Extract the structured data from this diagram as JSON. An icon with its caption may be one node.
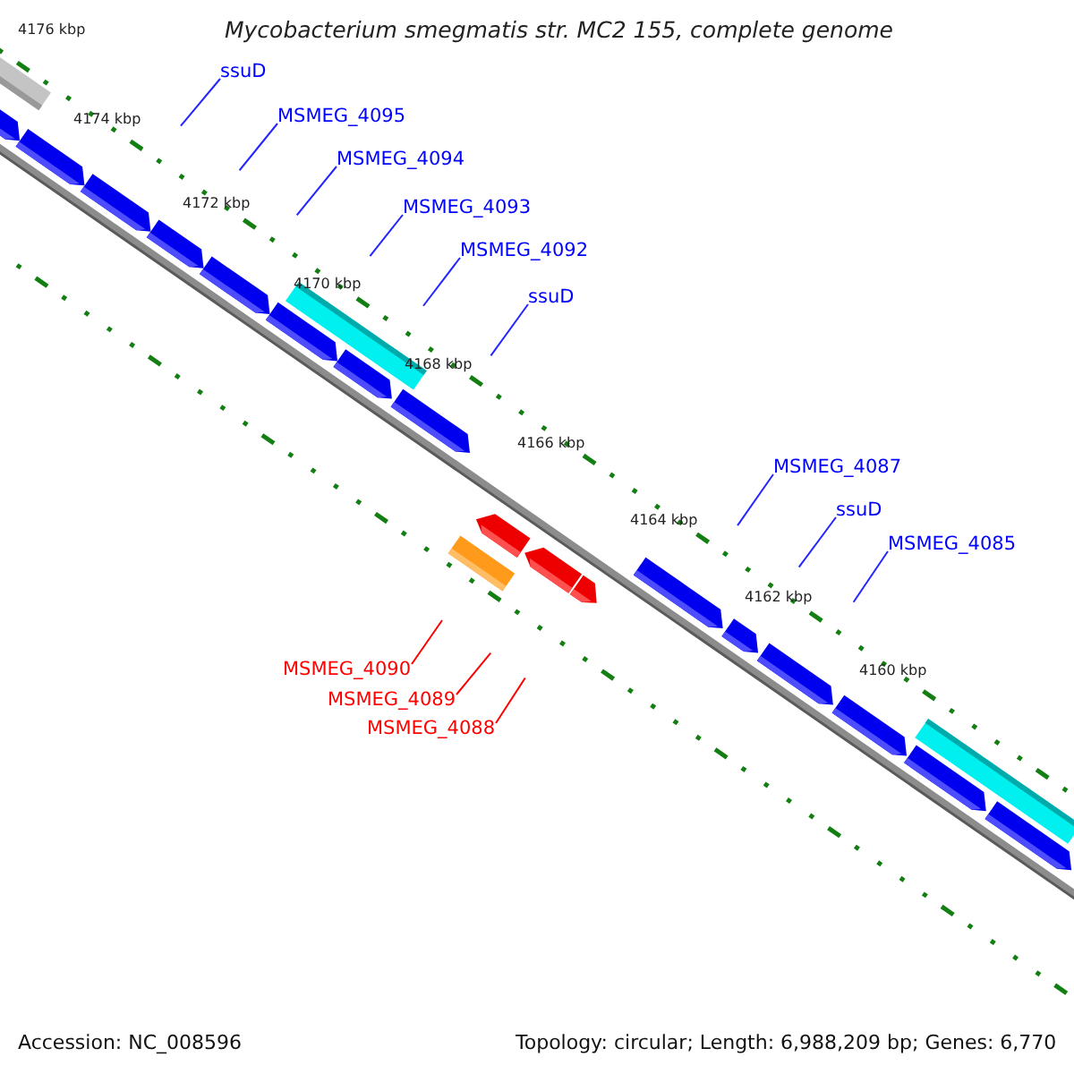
{
  "diagram": {
    "title": "Mycobacterium smegmatis str. MC2 155, complete genome",
    "nodes": [
      {
        "text": [
          "ssuD"
        ]
      },
      {
        "text": [
          "MSMEG_4095"
        ]
      },
      {
        "text": [
          "MSMEG_4094"
        ]
      },
      {
        "text": [
          "MSMEG_4093"
        ]
      },
      {
        "text": [
          "MSMEG_4092"
        ]
      },
      {
        "text": [
          "ssuD"
        ]
      },
      {
        "text": [
          "MSMEG_4087"
        ]
      },
      {
        "text": [
          "ssuD"
        ]
      },
      {
        "text": [
          "MSMEG_4085"
        ]
      },
      {
        "text": [
          "MSMEG_4090"
        ]
      },
      {
        "text": [
          "MSMEG_4089"
        ]
      },
      {
        "text": [
          "MSMEG_4088"
        ]
      }
    ],
    "edges": [
      {
        "from": 0,
        "to": null,
        "arrow": "none"
      },
      {
        "from": 1,
        "to": null,
        "arrow": "none"
      },
      {
        "from": 2,
        "to": null,
        "arrow": "none"
      },
      {
        "from": 3,
        "to": null,
        "arrow": "none"
      },
      {
        "from": 4,
        "to": null,
        "arrow": "none"
      },
      {
        "from": 5,
        "to": null,
        "arrow": "none"
      },
      {
        "from": 6,
        "to": null,
        "arrow": "none"
      },
      {
        "from": 7,
        "to": null,
        "arrow": "none"
      },
      {
        "from": 8,
        "to": null,
        "arrow": "none"
      },
      {
        "from": 9,
        "to": null,
        "arrow": "none",
        "color": "#ff0000"
      },
      {
        "from": 10,
        "to": null,
        "arrow": "none",
        "color": "#ff0000"
      },
      {
        "from": 11,
        "to": null,
        "arrow": "none",
        "color": "#ff0000"
      }
    ],
    "labels": [
      "4176 kbp",
      "4174 kbp",
      "4172 kbp",
      "4170 kbp",
      "4168 kbp",
      "4166 kbp",
      "4164 kbp",
      "4162 kbp",
      "4160 kbp",
      "Accession: NC_008596",
      "Topology: circular; Length: 6,988,209 bp; Genes: 6,770"
    ]
  }
}
